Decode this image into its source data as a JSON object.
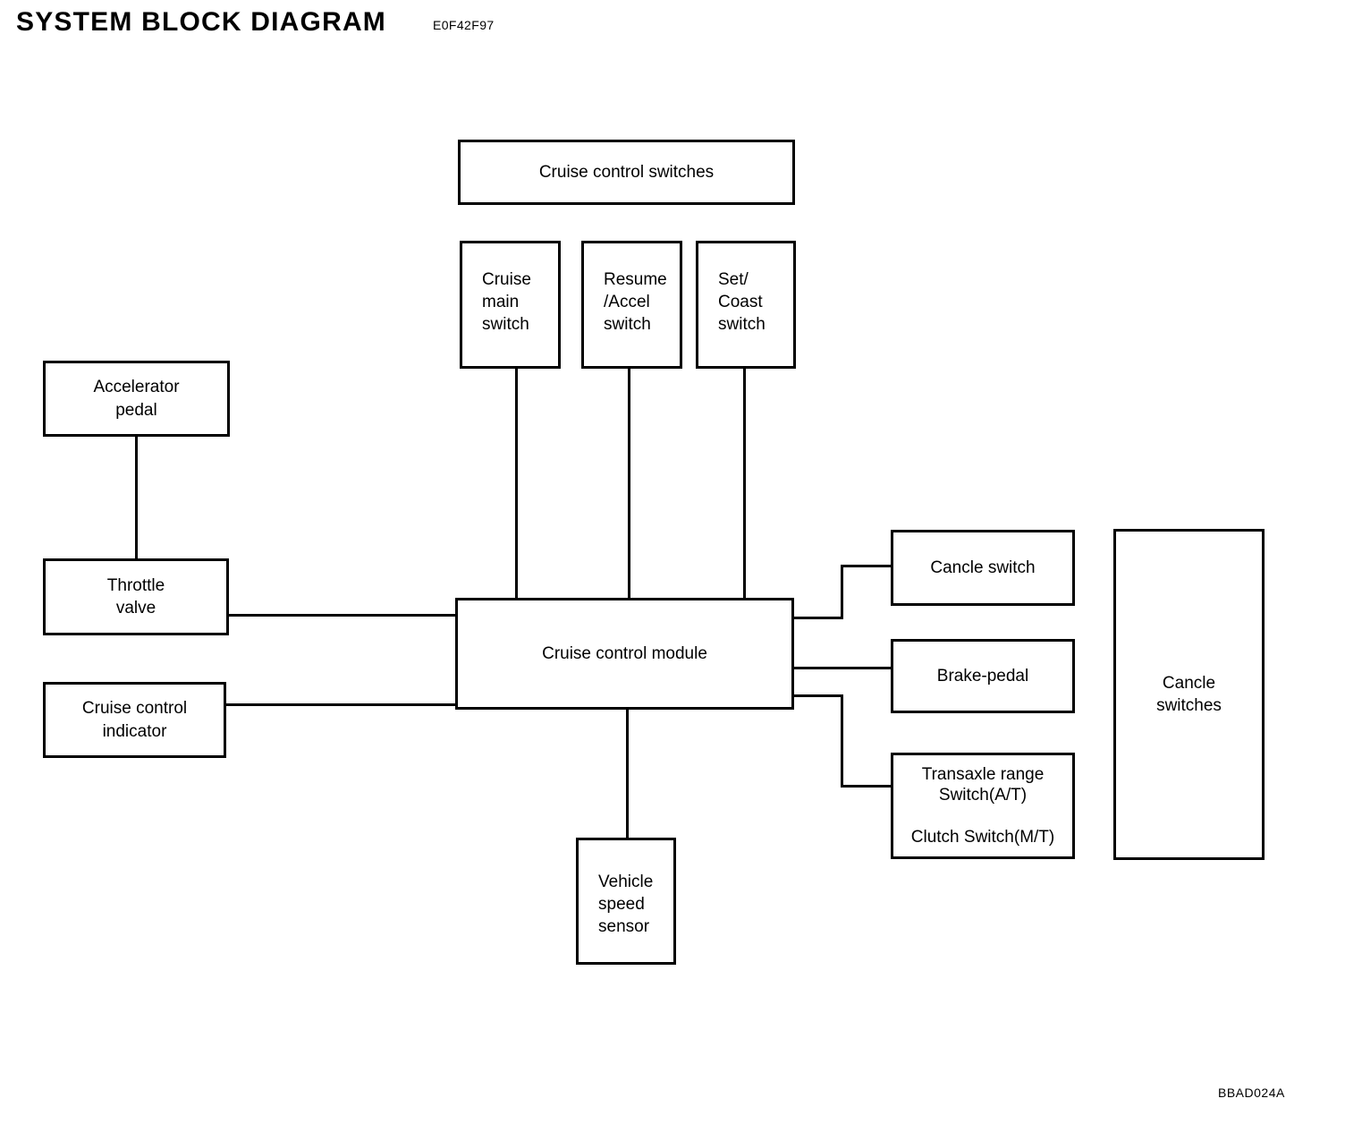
{
  "header": {
    "title": "SYSTEM BLOCK DIAGRAM",
    "code": "E0F42F97"
  },
  "footer": {
    "code": "BBAD024A"
  },
  "blocks": {
    "cruise_control_switches": "Cruise control switches",
    "cruise_main_switch": "Cruise\nmain\nswitch",
    "resume_accel_switch": "Resume\n/Accel\nswitch",
    "set_coast_switch": "Set/\nCoast\nswitch",
    "accelerator_pedal": "Accelerator\npedal",
    "throttle_valve": "Throttle\nvalve",
    "cruise_control_indicator": "Cruise control\nindicator",
    "cruise_control_module": "Cruise control module",
    "vehicle_speed_sensor": "Vehicle\nspeed\nsensor",
    "cancle_switch": "Cancle switch",
    "brake_pedal": "Brake-pedal",
    "transaxle_clutch_switch": "Transaxle range\nSwitch(A/T)\n\nClutch Switch(M/T)",
    "cancle_switches_group": "Cancle\nswitches"
  },
  "colors": {
    "ink": "#000000",
    "paper": "#ffffff"
  }
}
